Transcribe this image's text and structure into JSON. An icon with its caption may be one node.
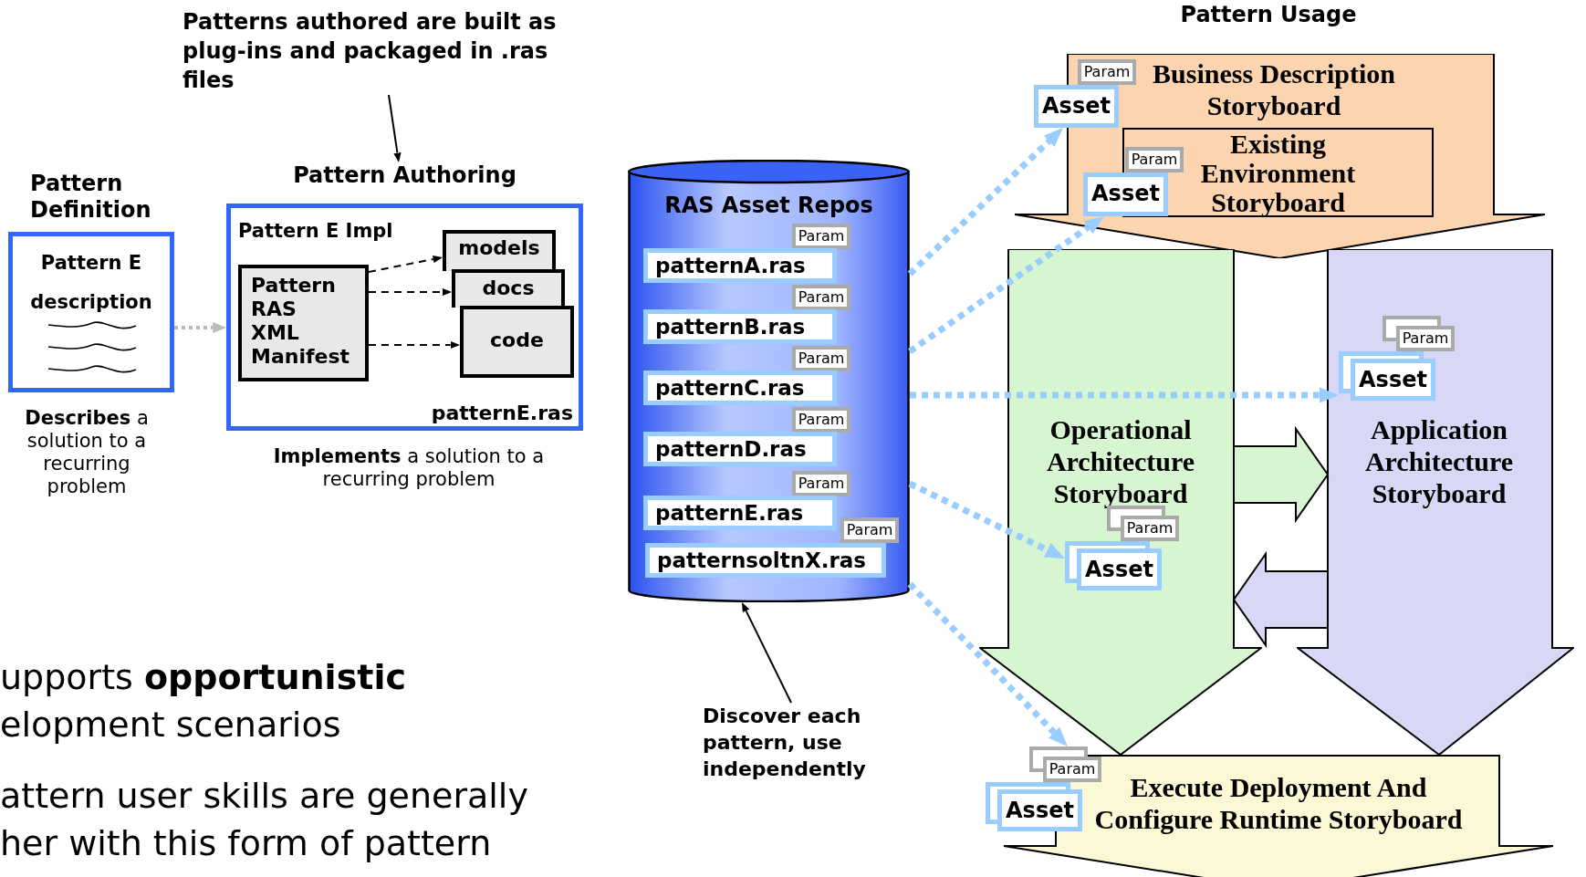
{
  "diagram": {
    "nodes": [
      {
        "text": [
          "Pattern Definition",
          "Pattern E description"
        ],
        "beside": [
          "**Describes** a solution to a recurring problem"
        ]
      },
      {
        "text": [
          "Pattern Authoring",
          "Pattern E Impl",
          "patternE.ras"
        ],
        "beside": [
          "**Implements** a solution to a recurring problem"
        ]
      },
      {
        "text": [
          "Pattern RAS XML Manifest"
        ],
        "in": 1
      },
      {
        "text": [
          "models"
        ],
        "in": 1
      },
      {
        "text": [
          "docs"
        ],
        "in": 1
      },
      {
        "text": [
          "code"
        ],
        "in": 1
      },
      {
        "text": [
          "Patterns authored are built as plug-ins and packaged in .ras files"
        ]
      },
      {
        "text": [
          "RAS Asset Repos"
        ]
      },
      {
        "text": [
          "Param"
        ],
        "in": 7
      },
      {
        "text": [
          "patternA.ras"
        ],
        "in": 7
      },
      {
        "text": [
          "Param"
        ],
        "in": 7
      },
      {
        "text": [
          "patternB.ras"
        ],
        "in": 7
      },
      {
        "text": [
          "Param"
        ],
        "in": 7
      },
      {
        "text": [
          "patternC.ras"
        ],
        "in": 7
      },
      {
        "text": [
          "Param"
        ],
        "in": 7
      },
      {
        "text": [
          "patternD.ras"
        ],
        "in": 7
      },
      {
        "text": [
          "Param"
        ],
        "in": 7
      },
      {
        "text": [
          "patternE.ras"
        ],
        "in": 7
      },
      {
        "text": [
          "Param"
        ],
        "in": 7
      },
      {
        "text": [
          "patternsoltnX.ras"
        ],
        "in": 7
      },
      {
        "text": [
          "Discover each pattern, use independently"
        ]
      },
      {
        "text": [
          "Business Description Storyboard"
        ]
      },
      {
        "text": [
          "Param"
        ],
        "in": 21
      },
      {
        "text": [
          "Asset"
        ],
        "in": 21
      },
      {
        "text": [
          "Existing Environment Storyboard"
        ],
        "in": 21
      },
      {
        "text": [
          "Param"
        ],
        "in": 24
      },
      {
        "text": [
          "Asset"
        ],
        "in": 21
      },
      {
        "text": [
          "Operational Architecture Storyboard"
        ]
      },
      {
        "text": [
          "Param"
        ],
        "in": 27
      },
      {
        "text": [
          "Asset"
        ],
        "in": 27
      },
      {
        "text": [
          "Application Architecture Storyboard"
        ]
      },
      {
        "text": [
          "Param"
        ],
        "in": 30
      },
      {
        "text": [
          "Asset"
        ],
        "in": 30
      },
      {
        "text": [
          "Execute Deployment And Configure Runtime Storyboard"
        ]
      },
      {
        "text": [
          "Param"
        ]
      },
      {
        "text": [
          "Asset"
        ]
      }
    ],
    "edges": [
      {
        "from": 0,
        "to": 1,
        "arrow": "to",
        "style": "dashed",
        "color": "#bbbbbb"
      },
      {
        "from": 2,
        "to": 3,
        "arrow": "to",
        "style": "dashed"
      },
      {
        "from": 2,
        "to": 4,
        "arrow": "to",
        "style": "dashed"
      },
      {
        "from": 2,
        "to": 5,
        "arrow": "to",
        "style": "dashed"
      },
      {
        "from": 6,
        "to": 1,
        "arrow": "to"
      },
      {
        "from": 20,
        "to": 7,
        "arrow": "to"
      },
      {
        "from": 7,
        "to": 23,
        "arrow": "to",
        "style": "dashed",
        "color": "#99ccff"
      },
      {
        "from": 7,
        "to": 26,
        "arrow": "to",
        "style": "dashed",
        "color": "#99ccff"
      },
      {
        "from": 7,
        "to": 32,
        "arrow": "to",
        "style": "dashed",
        "color": "#99ccff"
      },
      {
        "from": 7,
        "to": 29,
        "arrow": "to",
        "style": "dashed",
        "color": "#99ccff"
      },
      {
        "from": 7,
        "to": 34,
        "arrow": "to",
        "style": "dashed",
        "color": "#99ccff"
      },
      {
        "from": 27,
        "to": 30,
        "arrow": "to",
        "style": "thick",
        "color": "#d6f5d0"
      },
      {
        "from": 30,
        "to": 27,
        "arrow": "to",
        "style": "thick",
        "color": "#d8d8f6"
      }
    ],
    "labels": [
      "Pattern Usage",
      "upports **opportunistic** elopment scenarios",
      "attern user skills are generally her with this form of pattern"
    ]
  }
}
